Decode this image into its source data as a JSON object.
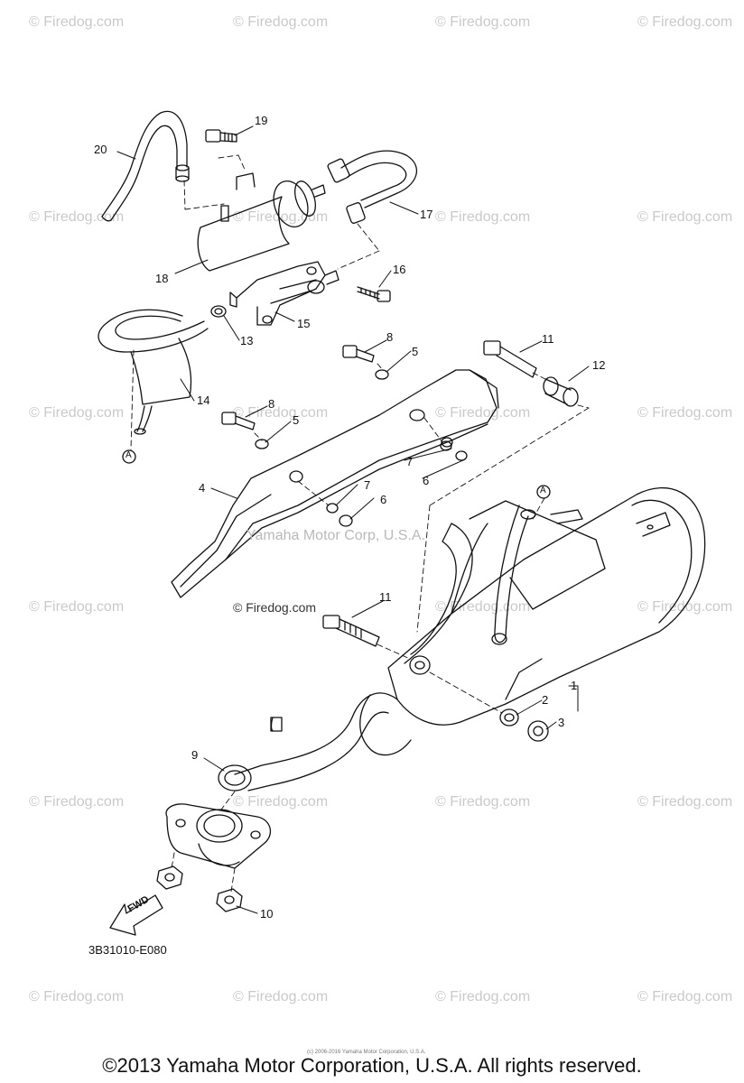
{
  "watermark_text": "© Firedog.com",
  "diagram_code": "3B31010-E080",
  "center_watermark": "Yamaha Motor Corp, U.S.A.",
  "mid_firedog": "© Firedog.com",
  "fwd_label": "FWD",
  "ref_mark": "A",
  "footer_small": "(c) 2006-2016 Yamaha Motor Corporation, U.S.A.",
  "footer": "©2013 Yamaha Motor Corporation, U.S.A. All rights reserved.",
  "callouts": {
    "c1": "1",
    "c2": "2",
    "c3": "3",
    "c4": "4",
    "c5a": "5",
    "c5b": "5",
    "c6a": "6",
    "c6b": "6",
    "c7a": "7",
    "c7b": "7",
    "c8a": "8",
    "c8b": "8",
    "c9": "9",
    "c10": "10",
    "c11a": "11",
    "c11b": "11",
    "c12": "12",
    "c13": "13",
    "c14": "14",
    "c15": "15",
    "c16": "16",
    "c17": "17",
    "c18": "18",
    "c19": "19",
    "c20": "20"
  }
}
